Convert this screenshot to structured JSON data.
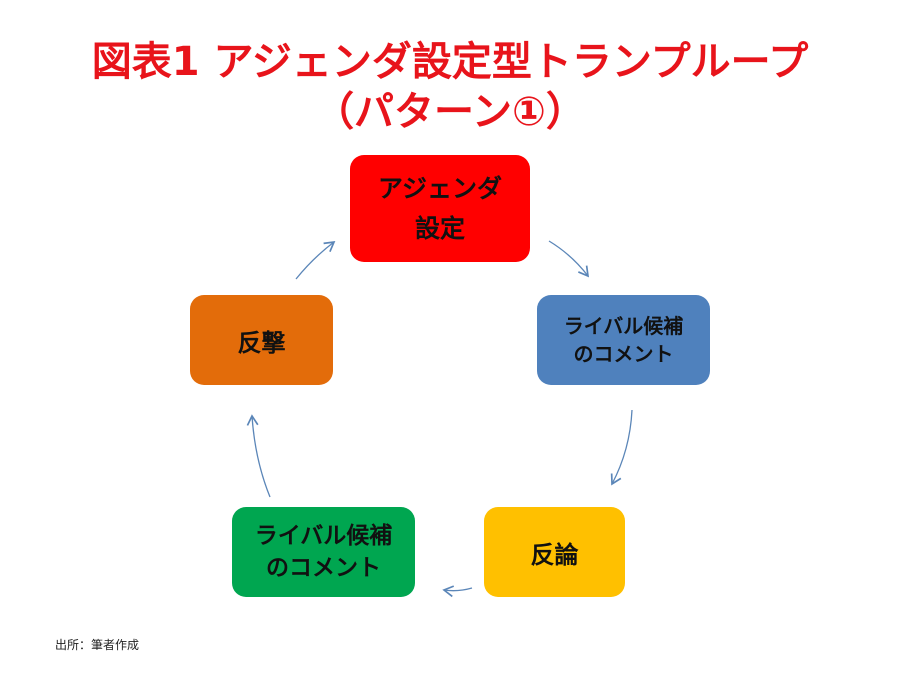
{
  "title": {
    "line1": "図表1 アジェンダ設定型トランプループ",
    "line2": "（パターン①）"
  },
  "nodes": [
    {
      "lines": [
        "アジェンダ",
        "設定"
      ],
      "color": "#ff0000"
    },
    {
      "lines": [
        "ライバル候補",
        "のコメント"
      ],
      "color": "#4f81bd"
    },
    {
      "lines": [
        "反論"
      ],
      "color": "#ffc000"
    },
    {
      "lines": [
        "ライバル候補",
        "のコメント"
      ],
      "color": "#00a650"
    },
    {
      "lines": [
        "反撃"
      ],
      "color": "#e36c0a"
    }
  ],
  "arrow_color": "#5b86b8",
  "source": "出所：筆者作成"
}
